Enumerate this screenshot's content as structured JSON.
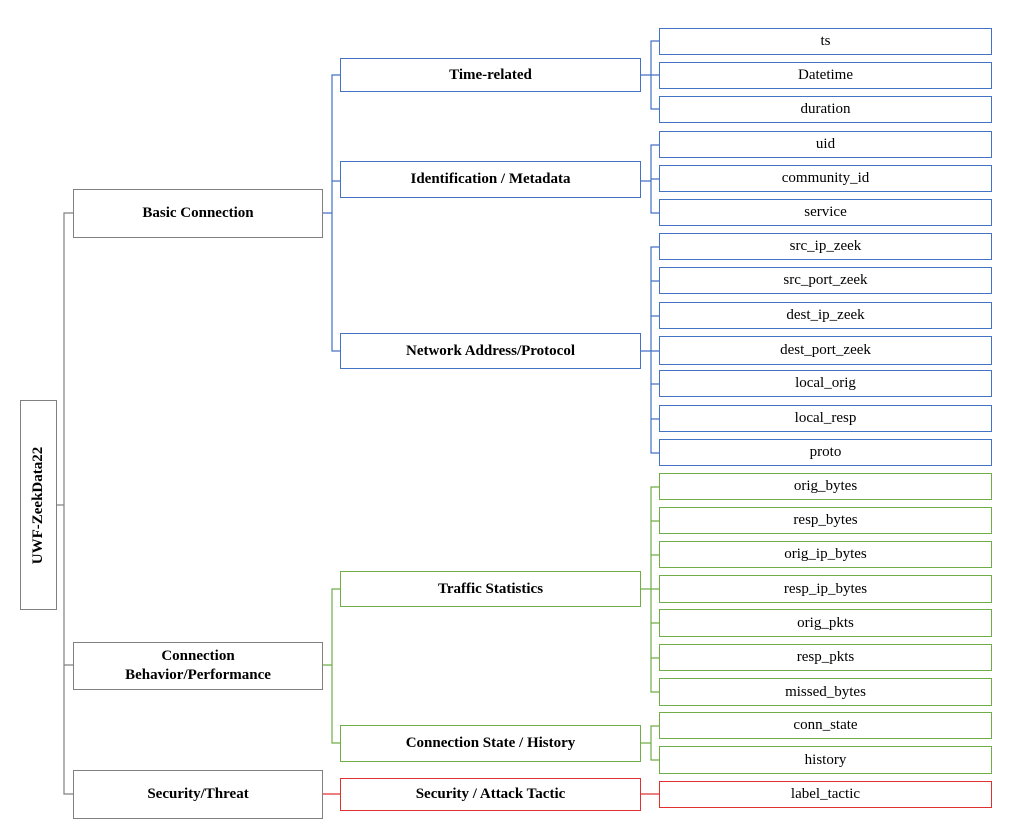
{
  "colors": {
    "gray": "#808080",
    "blue": "#4472C4",
    "green": "#70AD47",
    "red": "#E03030"
  },
  "root": {
    "label": "UWF-ZeekData22"
  },
  "level1": {
    "basic": "Basic Connection",
    "behavior_line1": "Connection",
    "behavior_line2": "Behavior/Performance",
    "security": "Security/Threat"
  },
  "level2": {
    "time": "Time-related",
    "ident": "Identification / Metadata",
    "network": "Network Address/Protocol",
    "traffic": "Traffic Statistics",
    "state": "Connection State / History",
    "attack": "Security / Attack Tactic"
  },
  "leaves": {
    "time": [
      "ts",
      "Datetime",
      "duration"
    ],
    "ident": [
      "uid",
      "community_id",
      "service"
    ],
    "network": [
      "src_ip_zeek",
      "src_port_zeek",
      "dest_ip_zeek",
      "dest_port_zeek",
      "local_orig",
      "local_resp",
      "proto"
    ],
    "traffic": [
      "orig_bytes",
      "resp_bytes",
      "orig_ip_bytes",
      "resp_ip_bytes",
      "orig_pkts",
      "resp_pkts",
      "missed_bytes"
    ],
    "state": [
      "conn_state",
      "history"
    ],
    "attack": [
      "label_tactic"
    ]
  }
}
